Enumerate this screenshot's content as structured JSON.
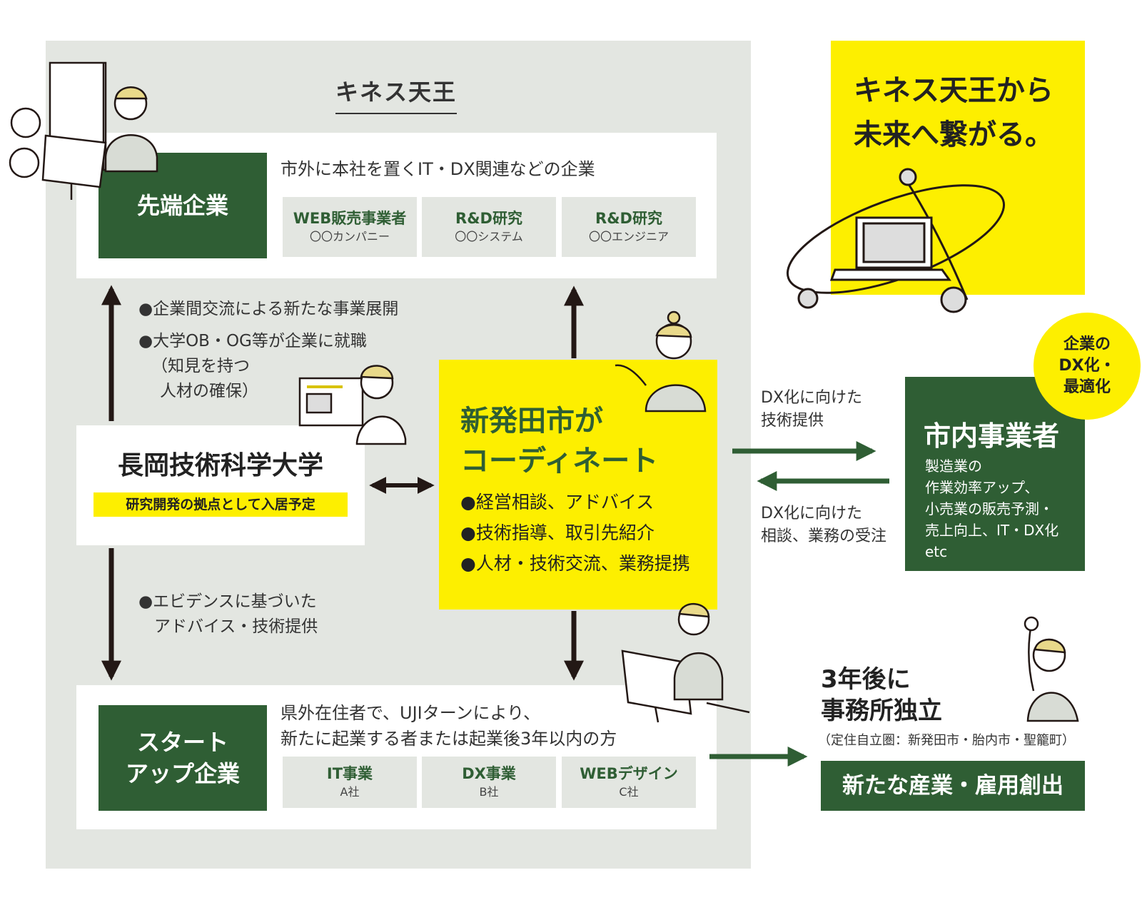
{
  "panel": {
    "title": "キネス天王"
  },
  "advanced": {
    "label": "先端企業",
    "description": "市外に本社を置くIT・DX関連などの企業",
    "items": [
      {
        "name": "WEB販売事業者",
        "sub": "〇〇カンパニー"
      },
      {
        "name": "R&D研究",
        "sub": "〇〇システム"
      },
      {
        "name": "R&D研究",
        "sub": "〇〇エンジニア"
      }
    ]
  },
  "exchange_bullets": [
    "●企業間交流による新たな事業展開",
    "●大学OB・OG等が企業に就職",
    "（知見を持つ",
    "人材の確保）"
  ],
  "university": {
    "name": "長岡技術科学大学",
    "note": "研究開発の拠点として入居予定"
  },
  "coordinator": {
    "title_line1": "新発田市が",
    "title_line2": "コーディネート",
    "items": [
      "●経営相談、アドバイス",
      "●技術指導、取引先紹介",
      "●人材・技術交流、業務提携"
    ]
  },
  "evidence_bullets": [
    "●エビデンスに基づいた",
    "アドバイス・技術提供"
  ],
  "startup": {
    "label_line1": "スタート",
    "label_line2": "アップ企業",
    "description_line1": "県外在住者で、UJIターンにより、",
    "description_line2": "新たに起業する者または起業後3年以内の方",
    "items": [
      {
        "name": "IT事業",
        "sub": "A社"
      },
      {
        "name": "DX事業",
        "sub": "B社"
      },
      {
        "name": "WEBデザイン",
        "sub": "C社"
      }
    ]
  },
  "headline": {
    "line1": "キネス天王から",
    "line2": "未来へ繋がる。"
  },
  "badge": {
    "line1": "企業の",
    "line2": "DX化・",
    "line3": "最適化"
  },
  "local_business": {
    "title": "市内事業者",
    "lines": [
      "製造業の",
      "作業効率アップ、",
      "小売業の販売予測・",
      "売上向上、IT・DX化",
      "etc"
    ]
  },
  "flow_to": {
    "line1": "DX化に向けた",
    "line2": "技術提供"
  },
  "flow_from": {
    "line1": "DX化に向けた",
    "line2": "相談、業務の受注"
  },
  "independence": {
    "line1": "3年後に",
    "line2": "事務所独立",
    "area": "（定住自立圏：新発田市・胎内市・聖籠町）",
    "banner": "新たな産業・雇用創出"
  },
  "colors": {
    "green": "#2f5e34",
    "yellow": "#fdef00",
    "panel": "#e3e6e1",
    "arrow": "#231815"
  }
}
